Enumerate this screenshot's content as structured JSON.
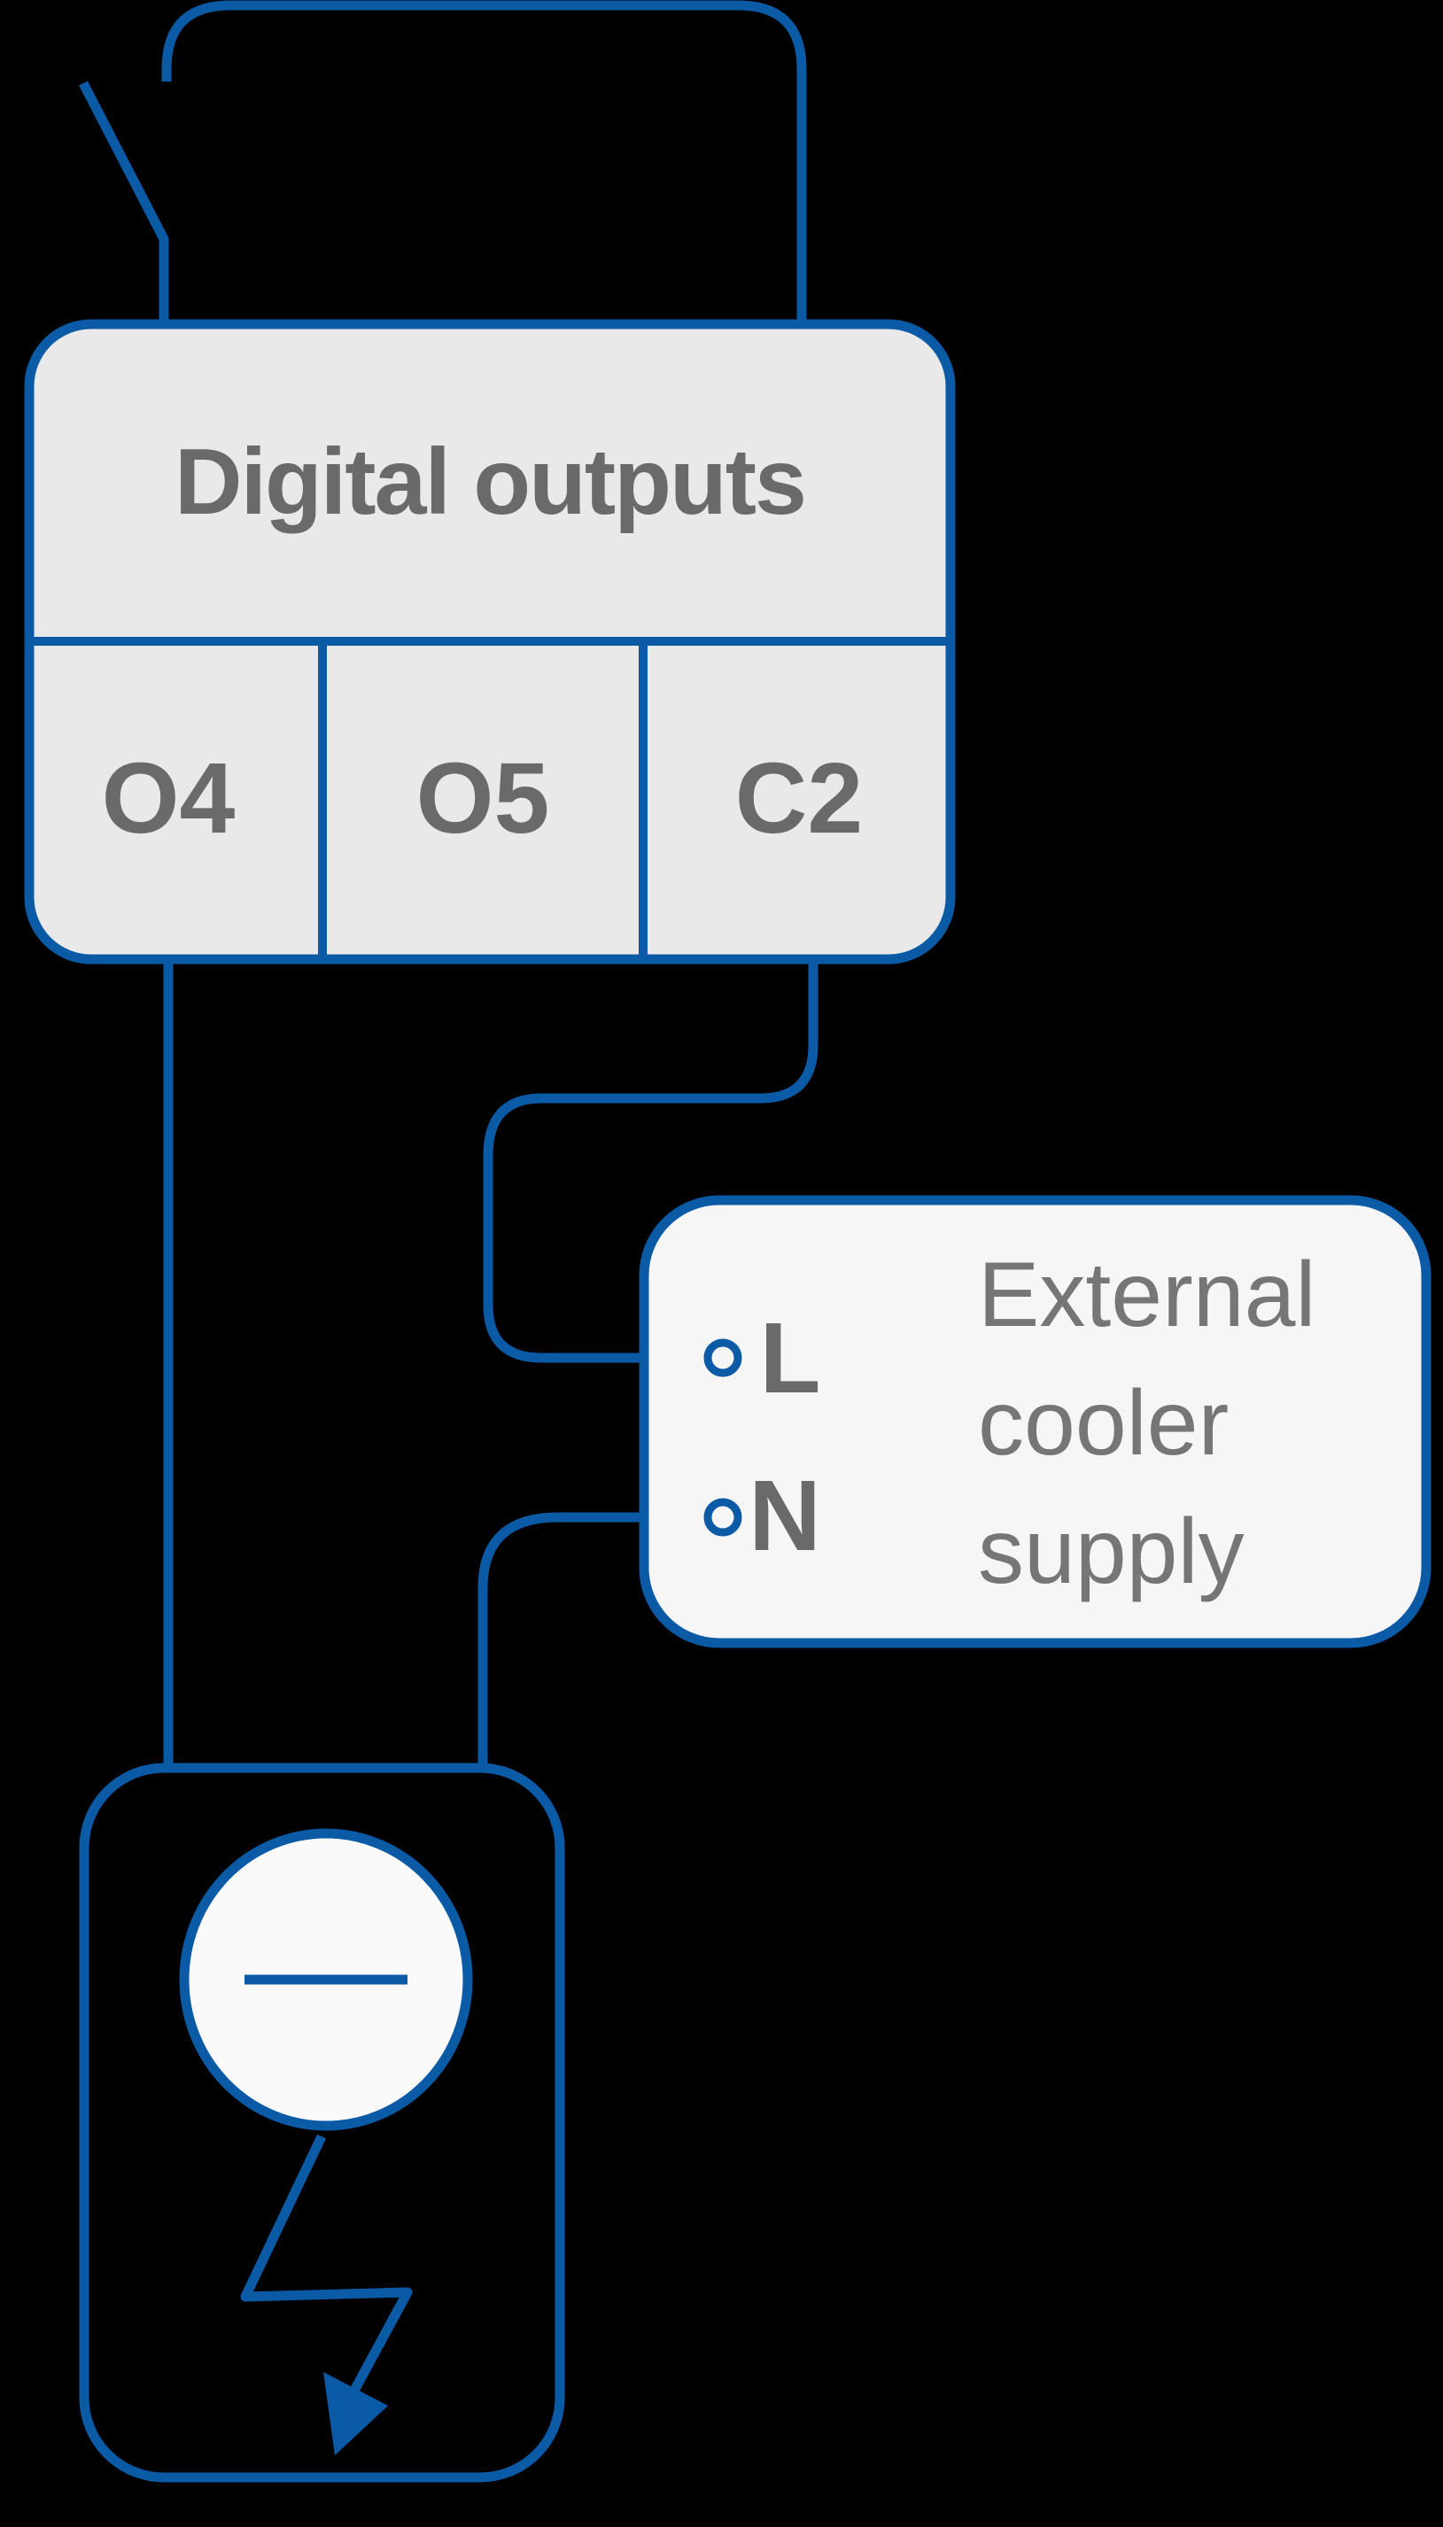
{
  "colors": {
    "background": "#000000",
    "wire": "#0b5aa6",
    "panel-fill": "#e9e9e9",
    "card-fill": "#f6f6f7",
    "circle-fill": "#fafafa",
    "label-text": "#6a6a6a",
    "body-text": "#767676"
  },
  "digital_outputs": {
    "title": "Digital outputs",
    "terminals": [
      "O4",
      "O5",
      "C2"
    ]
  },
  "external_cooler": {
    "label_lines": [
      "External",
      "cooler",
      "supply"
    ],
    "terminals": [
      "L",
      "N"
    ]
  }
}
